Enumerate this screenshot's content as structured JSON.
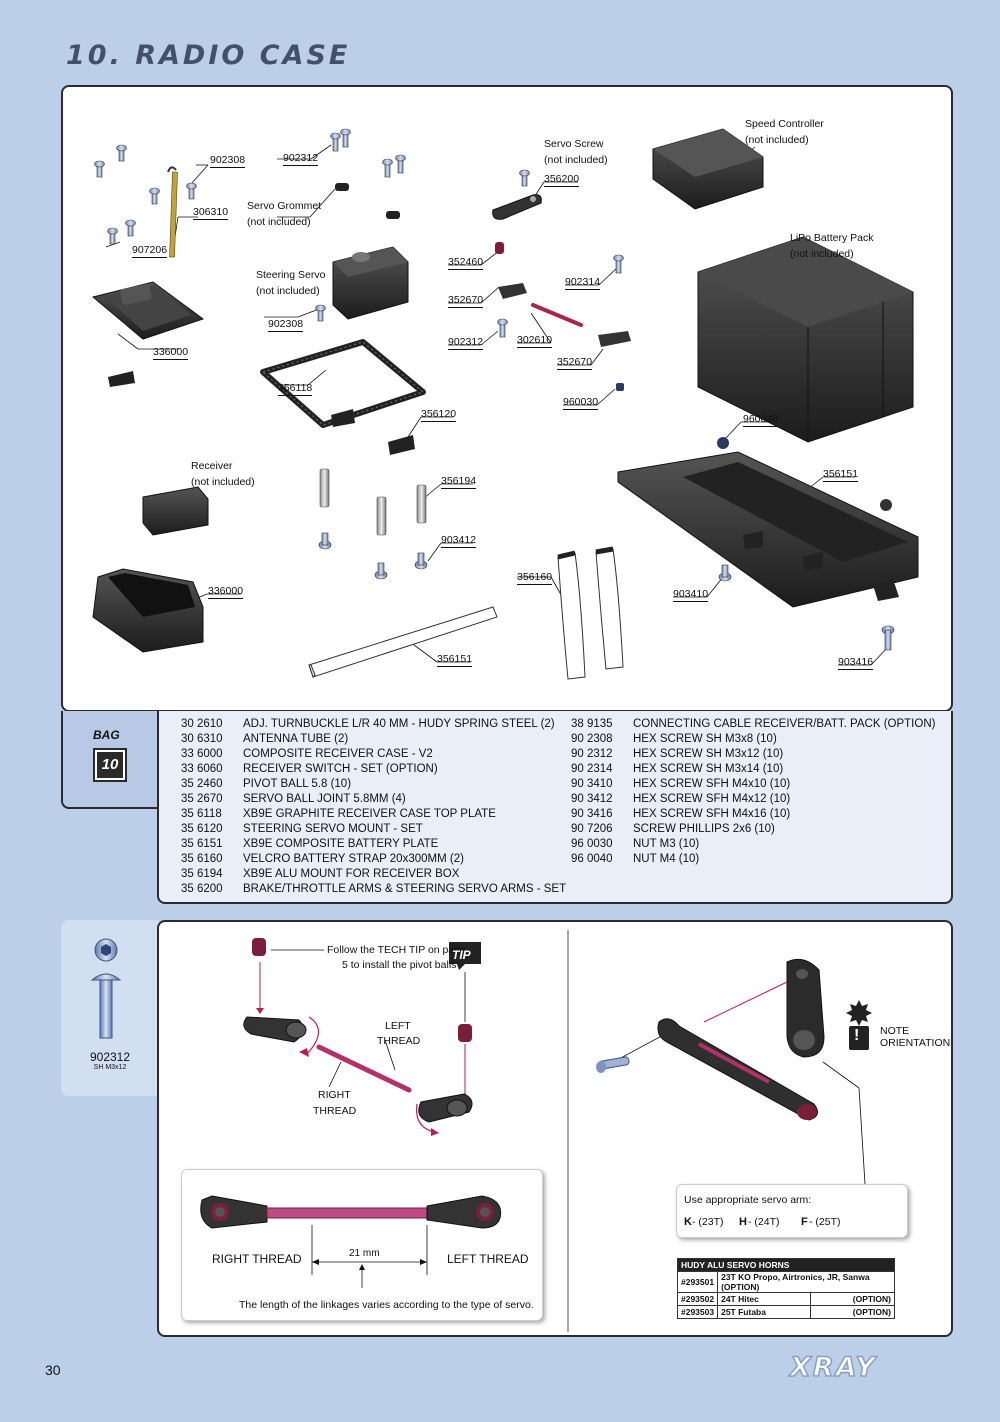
{
  "header": {
    "title": "10. RADIO CASE"
  },
  "diagram": {
    "labels": [
      {
        "id": "902308a",
        "text": "902308"
      },
      {
        "id": "902312a",
        "text": "902312"
      },
      {
        "id": "306310",
        "text": "306310"
      },
      {
        "id": "907206",
        "text": "907206"
      },
      {
        "id": "servo-grommet",
        "text": "Servo Grommet"
      },
      {
        "id": "servo-grommet-ni",
        "text": "(not included)"
      },
      {
        "id": "steering-servo",
        "text": "Steering Servo"
      },
      {
        "id": "steering-servo-ni",
        "text": "(not included)"
      },
      {
        "id": "902308b",
        "text": "902308"
      },
      {
        "id": "336000a",
        "text": "336000"
      },
      {
        "id": "356118",
        "text": "356118"
      },
      {
        "id": "356120",
        "text": "356120"
      },
      {
        "id": "receiver",
        "text": "Receiver"
      },
      {
        "id": "receiver-ni",
        "text": "(not included)"
      },
      {
        "id": "356194",
        "text": "356194"
      },
      {
        "id": "903412",
        "text": "903412"
      },
      {
        "id": "336000b",
        "text": "336000"
      },
      {
        "id": "356151b",
        "text": "356151"
      },
      {
        "id": "servo-screw",
        "text": "Servo Screw"
      },
      {
        "id": "servo-screw-ni",
        "text": "(not included)"
      },
      {
        "id": "356200",
        "text": "356200"
      },
      {
        "id": "352460",
        "text": "352460"
      },
      {
        "id": "902314",
        "text": "902314"
      },
      {
        "id": "352670a",
        "text": "352670"
      },
      {
        "id": "902312b",
        "text": "902312"
      },
      {
        "id": "302610",
        "text": "302610"
      },
      {
        "id": "352670b",
        "text": "352670"
      },
      {
        "id": "960030",
        "text": "960030"
      },
      {
        "id": "speed-controller",
        "text": "Speed Controller"
      },
      {
        "id": "speed-controller-ni",
        "text": "(not included)"
      },
      {
        "id": "lipo",
        "text": "LiPo Battery Pack"
      },
      {
        "id": "lipo-ni",
        "text": "(not included)"
      },
      {
        "id": "960040",
        "text": "960040"
      },
      {
        "id": "356151a",
        "text": "356151"
      },
      {
        "id": "356160",
        "text": "356160"
      },
      {
        "id": "903410",
        "text": "903410"
      },
      {
        "id": "903416",
        "text": "903416"
      }
    ]
  },
  "bag": {
    "label": "BAG",
    "number": "10"
  },
  "parts_left": [
    {
      "code": "30 2610",
      "desc": "ADJ. TURNBUCKLE L/R 40 MM  - HUDY SPRING STEEL (2)"
    },
    {
      "code": "30 6310",
      "desc": "ANTENNA TUBE (2)"
    },
    {
      "code": "33 6000",
      "desc": "COMPOSITE RECEIVER CASE - V2"
    },
    {
      "code": "33 6060",
      "desc": "RECEIVER SWITCH - SET (OPTION)"
    },
    {
      "code": "35 2460",
      "desc": "PIVOT BALL 5.8 (10)"
    },
    {
      "code": "35 2670",
      "desc": "SERVO BALL JOINT  5.8MM (4)"
    },
    {
      "code": "35 6118",
      "desc": "XB9E GRAPHITE RECEIVER CASE TOP PLATE"
    },
    {
      "code": "35 6120",
      "desc": "STEERING SERVO MOUNT - SET"
    },
    {
      "code": "35 6151",
      "desc": "XB9E COMPOSITE BATTERY PLATE"
    },
    {
      "code": "35 6160",
      "desc": "VELCRO BATTERY STRAP 20x300MM (2)"
    },
    {
      "code": "35 6194",
      "desc": "XB9E ALU MOUNT FOR RECEIVER BOX"
    },
    {
      "code": "35 6200",
      "desc": "BRAKE/THROTTLE ARMS & STEERING SERVO ARMS - SET"
    }
  ],
  "parts_right": [
    {
      "code": "38 9135",
      "desc": "CONNECTING CABLE  RECEIVER/BATT. PACK (OPTION)"
    },
    {
      "code": "90 2308",
      "desc": "HEX SCREW  SH M3x8  (10)"
    },
    {
      "code": "90 2312",
      "desc": "HEX SCREW  SH M3x12  (10)"
    },
    {
      "code": "90 2314",
      "desc": "HEX SCREW  SH M3x14  (10)"
    },
    {
      "code": "90 3410",
      "desc": "HEX SCREW  SFH M4x10  (10)"
    },
    {
      "code": "90 3412",
      "desc": "HEX SCREW  SFH M4x12  (10)"
    },
    {
      "code": "90 3416",
      "desc": "HEX SCREW  SFH M4x16  (10)"
    },
    {
      "code": "90 7206",
      "desc": "SCREW PHILLIPS 2x6  (10)"
    },
    {
      "code": "96 0030",
      "desc": "NUT M3  (10)"
    },
    {
      "code": "96 0040",
      "desc": "NUT M4  (10)"
    }
  ],
  "hardware": {
    "code": "902312",
    "spec": "SH M3x12"
  },
  "linkage": {
    "tip_text_1": "Follow the TECH TIP on page",
    "tip_text_2": "5 to install the pivot balls",
    "tip_badge": "TIP",
    "left_thread_1": "LEFT",
    "left_thread_2": "THREAD",
    "right_thread_1": "RIGHT",
    "right_thread_2": "THREAD",
    "detail_right": "RIGHT  THREAD",
    "detail_left": "LEFT  THREAD",
    "detail_length": "21 mm",
    "detail_note": "The length of the linkages varies according to the type of servo."
  },
  "servo": {
    "note_1": "NOTE",
    "note_2": "ORIENTATION",
    "note_icon": "!",
    "arm_title": "Use appropriate servo arm:",
    "arm_k": "K",
    "arm_k_val": " - (23T)",
    "arm_h": "H",
    "arm_h_val": " - (24T)",
    "arm_f": "F",
    "arm_f_val": " - (25T)",
    "horns_title": "HUDY ALU SERVO HORNS",
    "horns": [
      {
        "code": "#293501",
        "desc": "23T KO Propo, Airtronics, JR, Sanwa (OPTION)"
      },
      {
        "code": "#293502",
        "desc": "24T Hitec",
        "opt": "(OPTION)"
      },
      {
        "code": "#293503",
        "desc": "25T Futaba",
        "opt": "(OPTION)"
      }
    ]
  },
  "footer": {
    "page": "30",
    "logo": "XRAY"
  },
  "colors": {
    "background": "#bccfe9",
    "accent": "#c2185b",
    "part": "#2e2e2e",
    "screw": "#8fa4c9"
  }
}
